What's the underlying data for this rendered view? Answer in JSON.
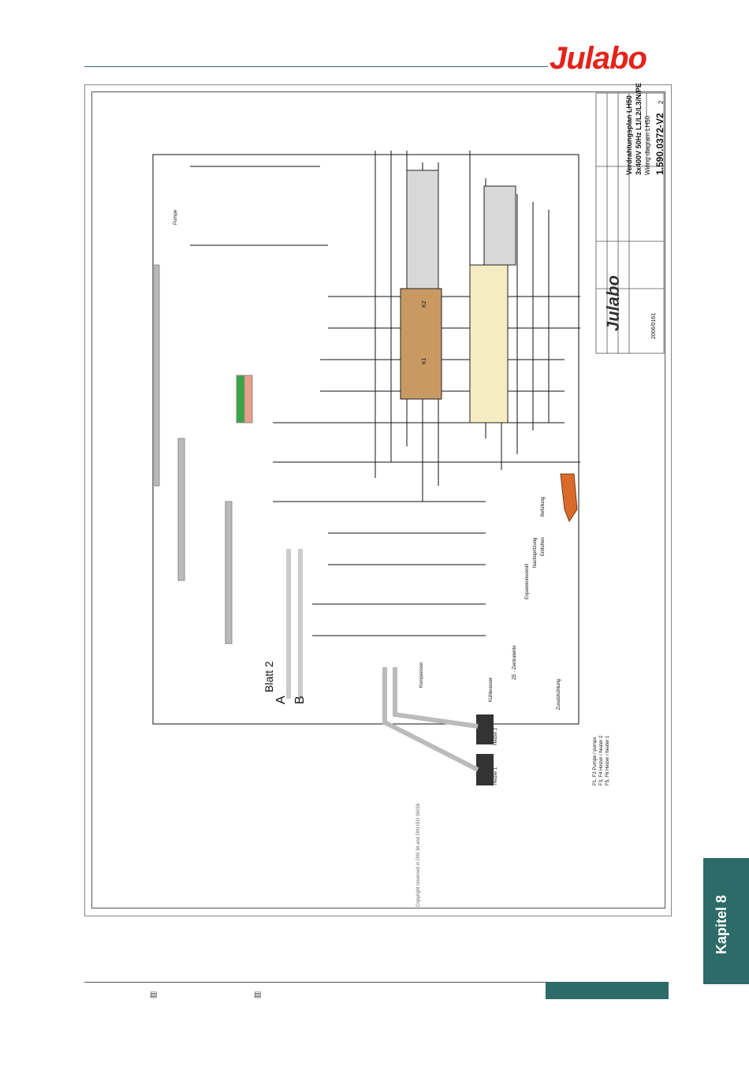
{
  "brand": {
    "logo": "Julabo",
    "color": "#e4231b"
  },
  "accent": "#2c6b67",
  "chapter_tab": "Kapitel 8",
  "title_block": {
    "title_de": "Verdrahtungsplan LH50",
    "spec": "3x400V 50Hz L1/L2/L3/N/PE",
    "title_en": "Wiring diagram LH50",
    "drawing_no": "1.590.0372-V2",
    "date_code": "2006/0161",
    "sheet": "2",
    "logo": "Julabo"
  },
  "labels": {
    "blatt": "Blatt 2",
    "a": "A",
    "b": "B",
    "pumpe": "Pumpe",
    "kompressor": "Kompressor",
    "expansionsventil": "Expansionsventil",
    "heizer1": "Heizer 1",
    "heizer2": "Heizer 2",
    "kuehlwasser": "Kühlwasser",
    "befuellung": "Befüllung",
    "entlueften": "Entlüften",
    "nachspritzung": "Nachspritzung",
    "zusatzkuehlung": "Zusatzkühlung",
    "ze_zentralerde": "ZE - Zentralerde",
    "legend1": "P1, F2   Pumpe / pumps",
    "legend2": "F3, F4   Heizer / heater 2",
    "legend3": "F5, F6   Heizer / heater 1",
    "k1": "K1",
    "k2": "K2",
    "copyright": "Copyright reserved in DIN 34 and DIN ISO 16016"
  },
  "footer": {
    "icon1": "document-icon",
    "icon2": "document-icon"
  }
}
